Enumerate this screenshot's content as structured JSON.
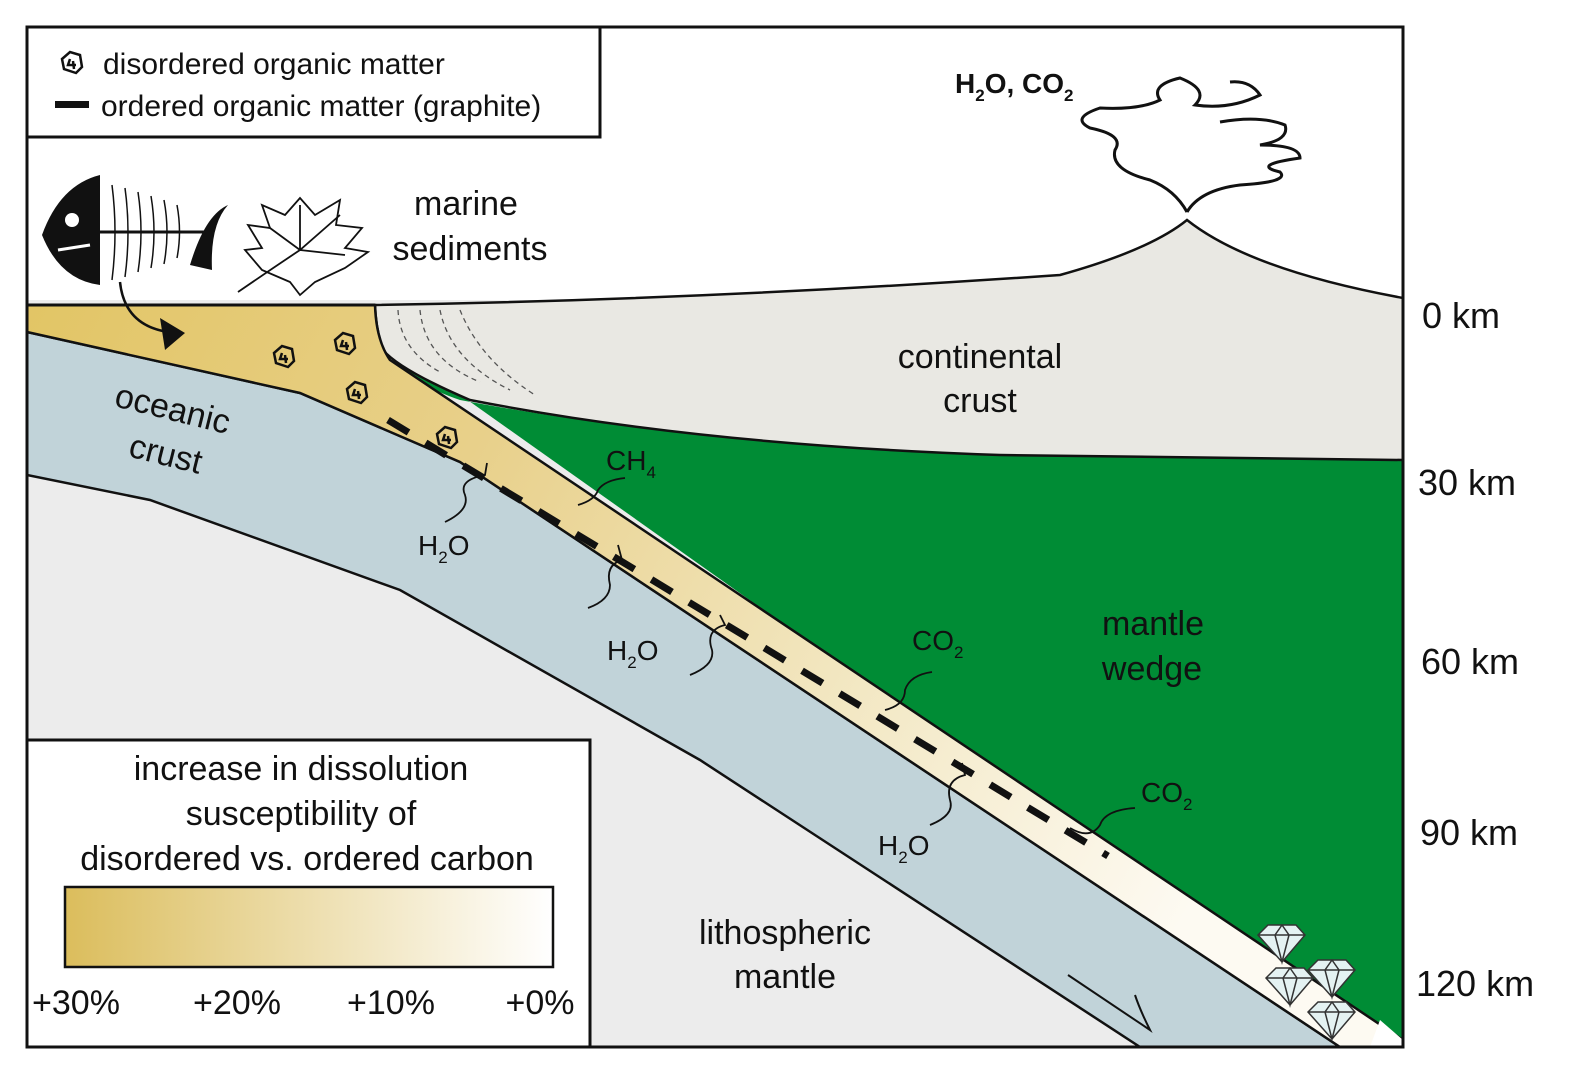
{
  "legend_top": {
    "items": [
      {
        "icon": "disordered-organic-matter-icon",
        "label": "disordered organic matter"
      },
      {
        "icon": "graphite-dash-icon",
        "label": "ordered organic matter (graphite)"
      }
    ]
  },
  "labels": {
    "marine_1": "marine",
    "marine_2": "sediments",
    "continental_1": "continental",
    "continental_2": "crust",
    "oceanic_1": "oceanic",
    "oceanic_2": "crust",
    "mantle_1": "mantle",
    "mantle_2": "wedge",
    "litho_1": "lithospheric",
    "litho_2": "mantle"
  },
  "volcano_gas": {
    "a": "H",
    "a_sub": "2",
    "b": "O, CO",
    "b_sub": "2"
  },
  "chemistry": {
    "ch4": {
      "main": "CH",
      "sub": "4"
    },
    "h2o": {
      "h": "H",
      "sub": "2",
      "o": "O"
    },
    "co2": {
      "main": "CO",
      "sub": "2"
    }
  },
  "depth_axis": [
    "0 km",
    "30 km",
    "60 km",
    "90 km",
    "120 km"
  ],
  "legend_bottom": {
    "title_lines": [
      "increase in dissolution",
      "susceptibility of",
      "disordered vs. ordered carbon"
    ],
    "ticks": [
      "+30%",
      "+20%",
      "+10%",
      "+0%"
    ],
    "gradient_from": "#dbbd5c",
    "gradient_to": "#ffffff"
  },
  "colors": {
    "sediment": "#e3c86e",
    "oceanic_crust": "#c1d3d9",
    "mantle_wedge": "#008c35",
    "continental_crust": "#e9e8e3",
    "lithospheric_mantle": "#ececec"
  }
}
